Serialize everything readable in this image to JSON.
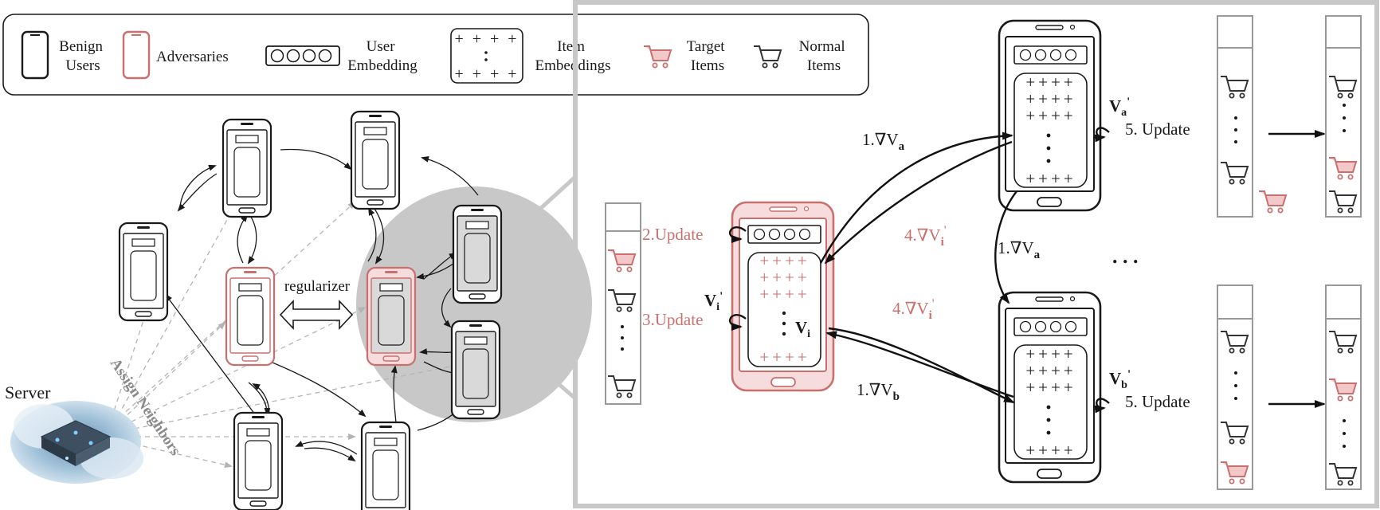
{
  "legend": {
    "benign": "Benign\nUsers",
    "adversaries": "Adversaries",
    "user_embedding": "User\nEmbedding",
    "item_embeddings": "Item\nEmbeddings",
    "target_items": "Target\nItems",
    "normal_items": "Normal\nItems"
  },
  "left": {
    "server": "Server",
    "assign": "Assign Neighbors",
    "regularizer": "regularizer"
  },
  "right": {
    "grad_va_1": "1.∇V",
    "grad_va_1_sub": "a",
    "grad_va_2": "1.∇V",
    "grad_va_2_sub": "a",
    "grad_vb": "1.∇V",
    "grad_vb_sub": "b",
    "grad_vi_top": "4.∇V",
    "grad_vi_top_sub": "i",
    "grad_vi_top_sup": "'",
    "grad_vi_bot": "4.∇V",
    "grad_vi_bot_sub": "i",
    "grad_vi_bot_sup": "'",
    "update2": "2.Update",
    "update3": "3.Update",
    "vi_prime": "V",
    "vi_prime_sub": "i",
    "vi_prime_sup": "'",
    "vi": "V",
    "vi_sub": "i",
    "va_prime": "V",
    "va_prime_sub": "a",
    "va_prime_sup": "'",
    "update5a": "5. Update",
    "vb_prime": "V",
    "vb_prime_sub": "b",
    "vb_prime_sup": "'",
    "update5b": "5. Update",
    "ellipsis": ". . ."
  },
  "colors": {
    "black": "#1a1a1a",
    "red": "#c9706f",
    "red_fill": "#f6dcdc",
    "gray_line": "#b4b4b4",
    "circle": "#c8c8c8",
    "screen_gray": "#d9d9d9"
  }
}
